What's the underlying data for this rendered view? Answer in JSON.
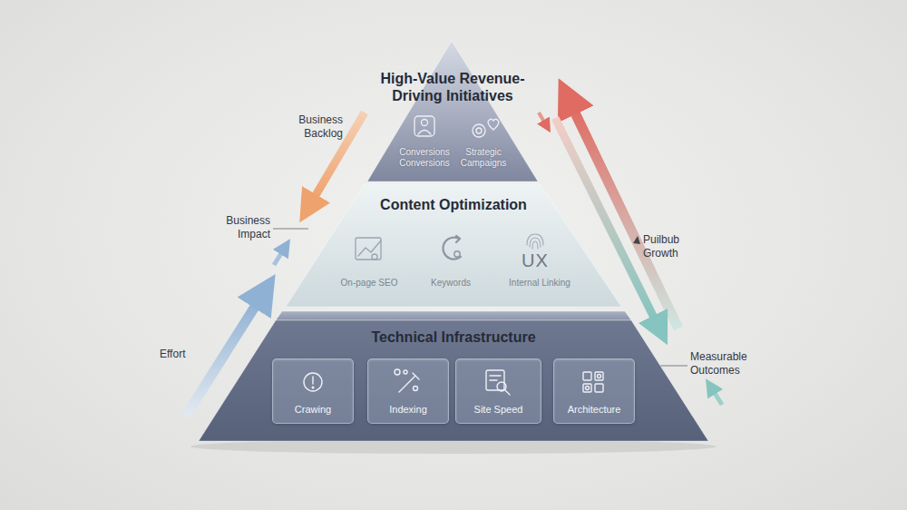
{
  "diagram": {
    "nodes": [
      {
        "text": [
          "High-Value Revenue-Driving Initiatives",
          "Conversions Conversions",
          "Strategic Campaigns"
        ]
      },
      {
        "text": [
          "Content Optimization",
          "On-page SEO",
          "Keywords",
          "UX",
          "Internal Linking"
        ]
      },
      {
        "text": [
          "Technical Infrastructure"
        ]
      },
      {
        "text": [
          "Crawing"
        ],
        "in": 2
      },
      {
        "text": [
          "Indexing"
        ],
        "in": 2
      },
      {
        "text": [
          "Site Speed"
        ],
        "in": 2
      },
      {
        "text": [
          "Architecture"
        ],
        "in": 2
      }
    ],
    "labels": [
      "Business Backlog",
      "Business Impact",
      "Effort",
      "Puilbub Growth",
      "Measurable Outcomes"
    ]
  }
}
